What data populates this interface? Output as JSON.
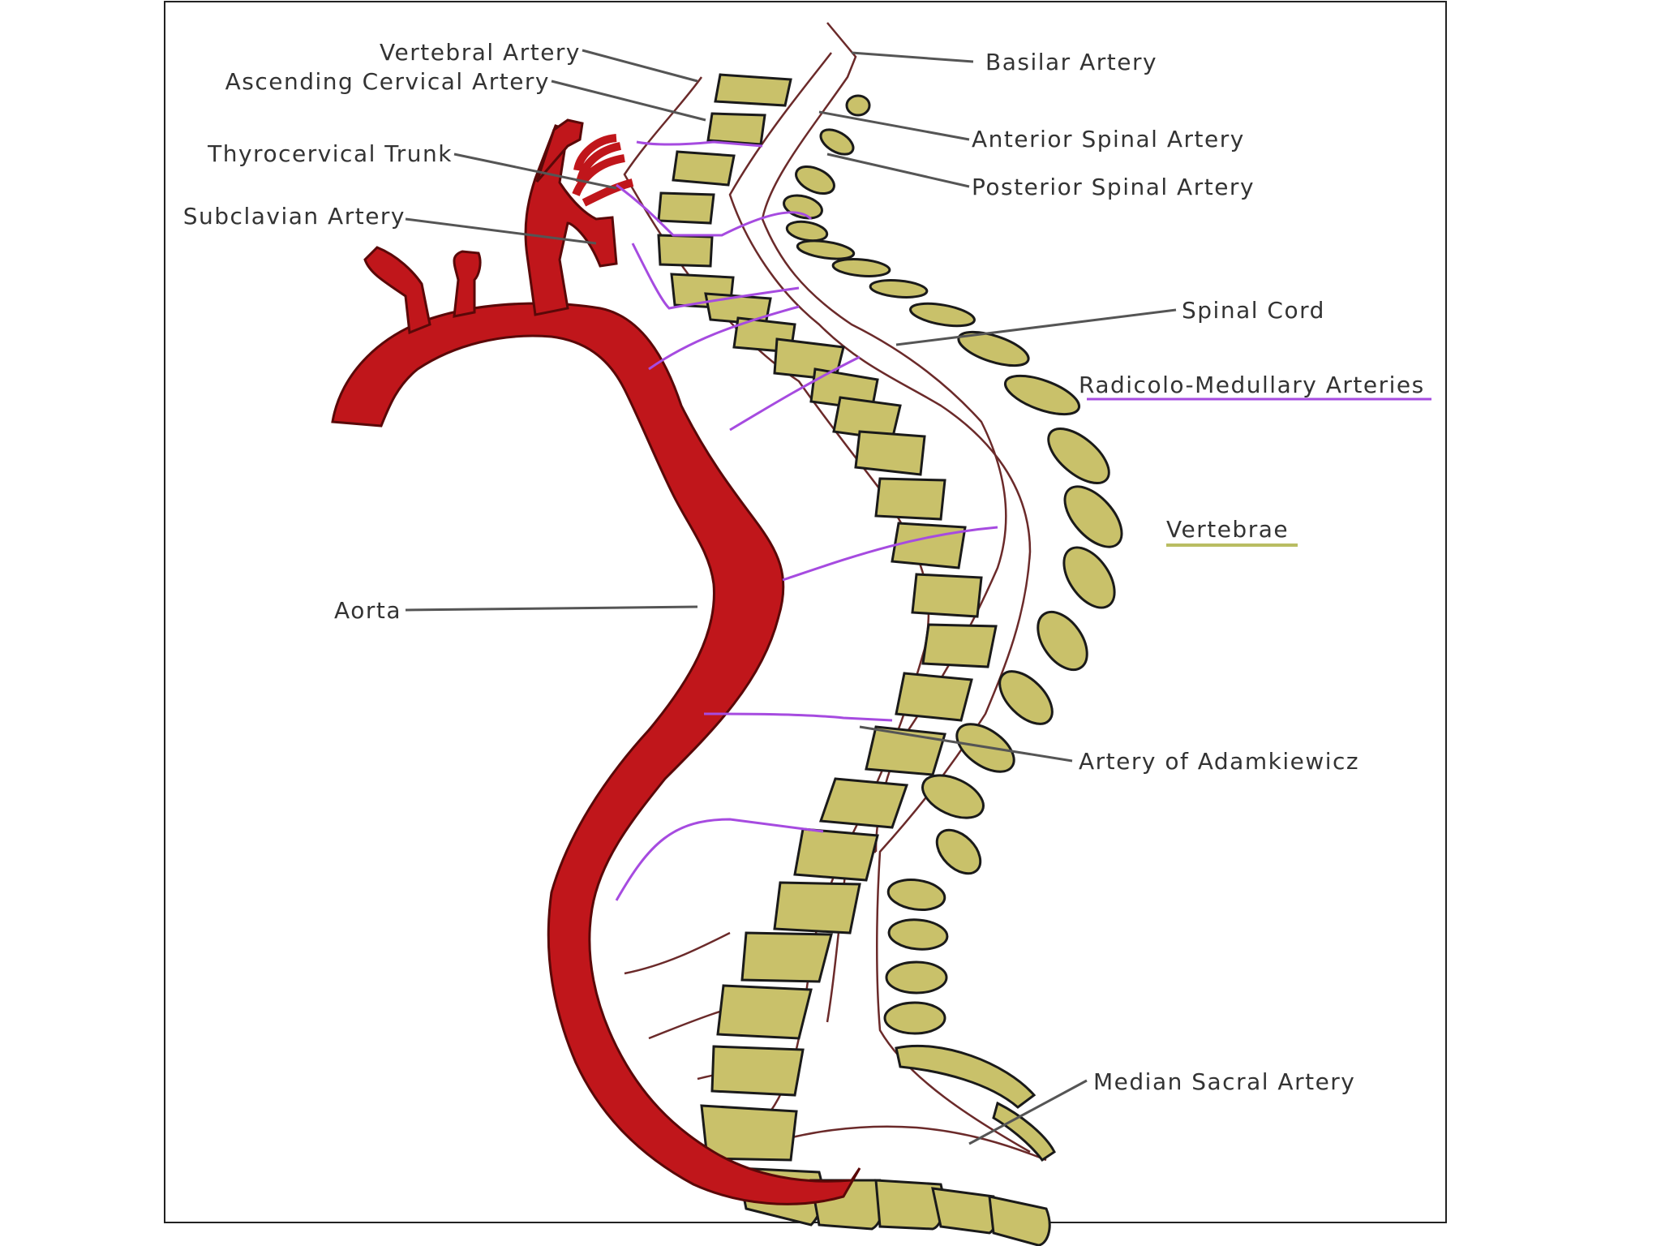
{
  "diagram": {
    "labels": {
      "vertebral_artery": "Vertebral Artery",
      "ascending_cervical_artery": "Ascending Cervical Artery",
      "thyrocervical_trunk": "Thyrocervical Trunk",
      "subclavian_artery": "Subclavian Artery",
      "aorta": "Aorta",
      "basilar_artery": "Basilar Artery",
      "anterior_spinal_artery": "Anterior Spinal Artery",
      "posterior_spinal_artery": "Posterior Spinal Artery",
      "spinal_cord": "Spinal Cord",
      "radicolo_medullary_arteries": "Radicolo-Medullary Arteries",
      "vertebrae": "Vertebrae",
      "artery_of_adamkiewicz": "Artery of Adamkiewicz",
      "median_sacral_artery": "Median Sacral Artery"
    },
    "colors": {
      "artery_red": "#c0161b",
      "vertebra_fill": "#c9c16a",
      "radicular_purple": "#a64be0",
      "vertebrae_underline": "#b9bd62",
      "leader_line": "#555555",
      "cord_outline": "#6b2a2a"
    }
  }
}
